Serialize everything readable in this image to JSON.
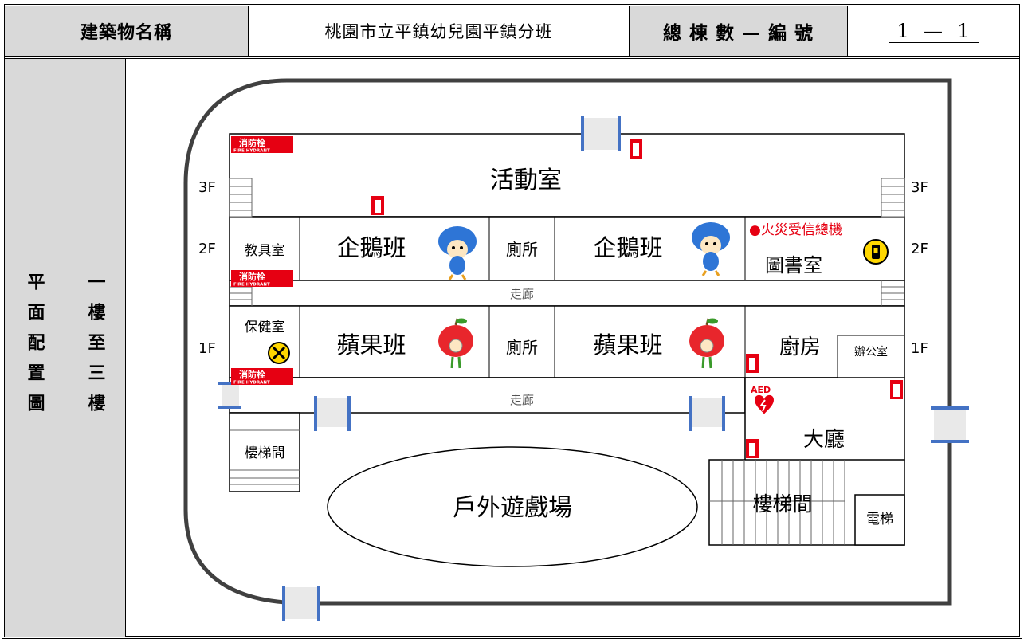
{
  "header": {
    "building_name_label": "建築物名稱",
    "building_name_value": "桃園市立平鎮幼兒園平鎮分班",
    "building_count_label": "總 棟 數 — 編 號",
    "building_count_value": "1  —  1"
  },
  "side": {
    "section_label": "平面配置圖",
    "floor_range": "一樓至三樓"
  },
  "plan": {
    "floor_labels": {
      "third": "3F",
      "second": "2F",
      "first": "1F"
    },
    "rooms": {
      "activity_room": "活動室",
      "teaching_aids_room": "教具室",
      "penguin_class_left": "企鵝班",
      "toilet_2f": "廁所",
      "penguin_class_right": "企鵝班",
      "library": "圖書室",
      "health_room": "保健室",
      "apple_class_left": "蘋果班",
      "toilet_1f": "廁所",
      "apple_class_right": "蘋果班",
      "kitchen": "廚房",
      "office": "辦公室",
      "lobby": "大廳",
      "stairwell_left": "樓梯間",
      "stairwell_right": "樓梯間",
      "elevator": "電梯",
      "playground": "戶外遊戲場"
    },
    "corridors": {
      "corridor_2f": "走廊",
      "corridor_1f": "走廊"
    },
    "fire_alarm_panel": "●火災受信總機",
    "hydrant_label": "消防栓",
    "hydrant_sublabel": "FIRE HYDRANT",
    "aed_label": "AED",
    "colors": {
      "hydrant_red": "#e60012",
      "gate_blue": "#4472c4",
      "gate_fill": "#e9e9e9",
      "header_gray": "#d9d9d9",
      "wall_dark": "#404040",
      "mascot_blue": "#2e75d6",
      "apple_red": "#e8262c"
    }
  }
}
